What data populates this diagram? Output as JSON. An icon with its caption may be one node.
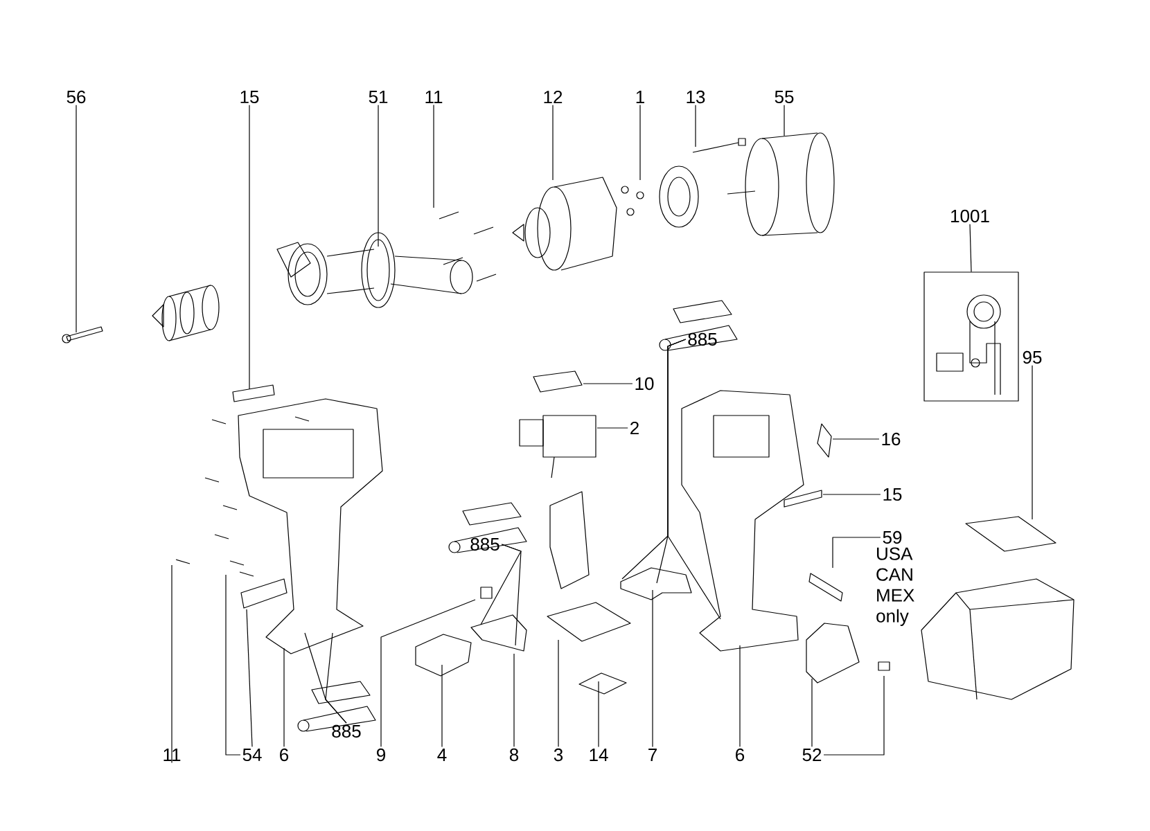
{
  "diagram": {
    "nodes": [
      {
        "text": [
          "56"
        ]
      },
      {
        "text": [
          "15"
        ]
      },
      {
        "text": [
          "51"
        ]
      },
      {
        "text": [
          "11"
        ]
      },
      {
        "text": [
          "12"
        ]
      },
      {
        "text": [
          "1"
        ]
      },
      {
        "text": [
          "13"
        ]
      },
      {
        "text": [
          "55"
        ]
      },
      {
        "text": [
          "1001"
        ]
      },
      {
        "text": [],
        "shape": "box"
      },
      {
        "text": [
          "885"
        ]
      },
      {
        "text": [
          "95"
        ]
      },
      {
        "text": [
          "10"
        ]
      },
      {
        "text": [
          "2"
        ]
      },
      {
        "text": [
          "16"
        ]
      },
      {
        "text": [
          "15"
        ]
      },
      {
        "text": [
          "59"
        ],
        "beside": [
          "USA CAN MEX only"
        ]
      },
      {
        "text": [
          "885"
        ]
      },
      {
        "text": [
          "885"
        ]
      },
      {
        "text": [
          "11"
        ]
      },
      {
        "text": [
          "54"
        ]
      },
      {
        "text": [
          "6"
        ]
      },
      {
        "text": [
          "9"
        ]
      },
      {
        "text": [
          "4"
        ]
      },
      {
        "text": [
          "8"
        ]
      },
      {
        "text": [
          "3"
        ]
      },
      {
        "text": [
          "14"
        ]
      },
      {
        "text": [
          "7"
        ]
      },
      {
        "text": [
          "6"
        ]
      },
      {
        "text": [
          "52"
        ]
      }
    ],
    "edges": [
      {
        "from": 0,
        "to": null,
        "arrow": "none"
      },
      {
        "from": 1,
        "to": null,
        "arrow": "none"
      },
      {
        "from": 2,
        "to": null,
        "arrow": "none"
      },
      {
        "from": 3,
        "to": null,
        "arrow": "none"
      },
      {
        "from": 4,
        "to": null,
        "arrow": "none"
      },
      {
        "from": 5,
        "to": null,
        "arrow": "none"
      },
      {
        "from": 6,
        "to": null,
        "arrow": "none"
      },
      {
        "from": 7,
        "to": null,
        "arrow": "none"
      },
      {
        "from": 8,
        "to": 9,
        "arrow": "none"
      },
      {
        "from": 10,
        "to": null,
        "arrow": "none"
      },
      {
        "from": 10,
        "to": null,
        "arrow": "none"
      },
      {
        "from": 10,
        "to": null,
        "arrow": "none"
      },
      {
        "from": 11,
        "to": null,
        "arrow": "none"
      },
      {
        "from": 12,
        "to": null,
        "arrow": "none"
      },
      {
        "from": 13,
        "to": null,
        "arrow": "none"
      },
      {
        "from": 14,
        "to": null,
        "arrow": "none"
      },
      {
        "from": 15,
        "to": null,
        "arrow": "none"
      },
      {
        "from": 16,
        "to": null,
        "arrow": "none"
      },
      {
        "from": 17,
        "to": null,
        "arrow": "none"
      },
      {
        "from": 17,
        "to": null,
        "arrow": "none"
      },
      {
        "from": 18,
        "to": null,
        "arrow": "none"
      },
      {
        "from": 18,
        "to": null,
        "arrow": "none"
      },
      {
        "from": 19,
        "to": null,
        "arrow": "none"
      },
      {
        "from": 20,
        "to": null,
        "arrow": "none"
      },
      {
        "from": 20,
        "to": null,
        "arrow": "none"
      },
      {
        "from": 21,
        "to": null,
        "arrow": "none"
      },
      {
        "from": 22,
        "to": null,
        "arrow": "none"
      },
      {
        "from": 23,
        "to": null,
        "arrow": "none"
      },
      {
        "from": 24,
        "to": null,
        "arrow": "none"
      },
      {
        "from": 25,
        "to": null,
        "arrow": "none"
      },
      {
        "from": 26,
        "to": null,
        "arrow": "none"
      },
      {
        "from": 27,
        "to": null,
        "arrow": "none"
      },
      {
        "from": 28,
        "to": null,
        "arrow": "none"
      },
      {
        "from": 29,
        "to": null,
        "arrow": "none"
      },
      {
        "from": 29,
        "to": null,
        "arrow": "none"
      }
    ]
  }
}
